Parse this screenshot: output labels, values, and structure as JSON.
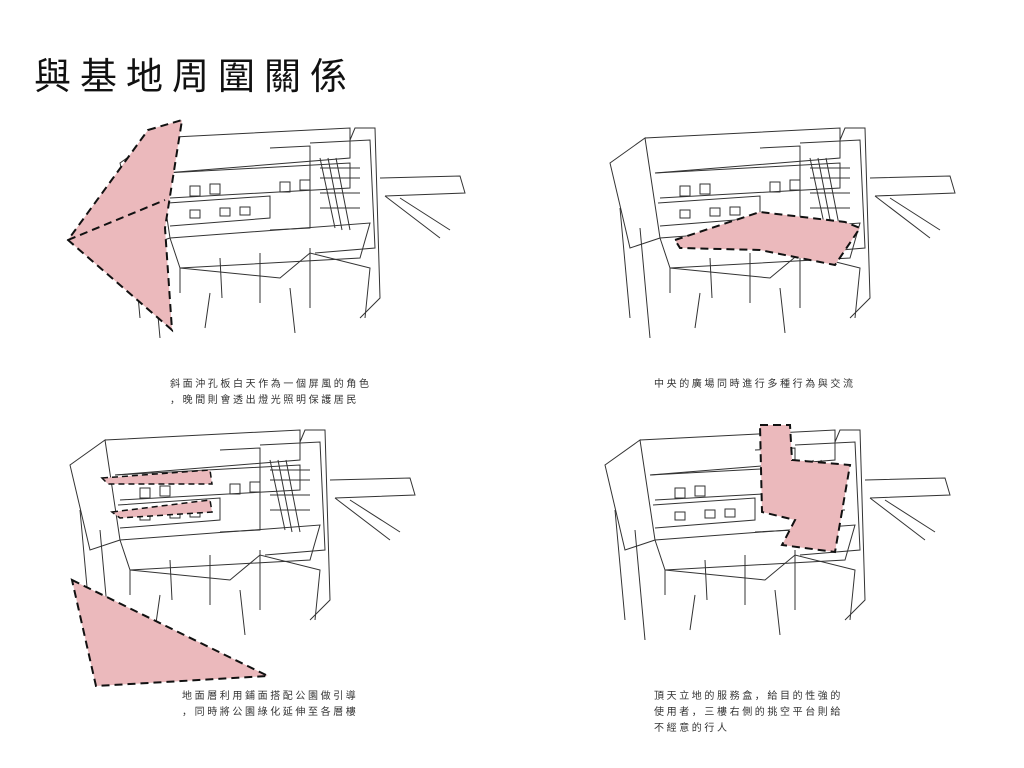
{
  "title": "與基地周圍關係",
  "colors": {
    "highlight": "#ebb9bc",
    "line": "#222222"
  },
  "panels": [
    {
      "caption": [
        "斜面沖孔板白天作為一個屏風的角色",
        "，晚間則會透出燈光照明保護居民"
      ]
    },
    {
      "caption": [
        "中央的廣場同時進行多種行為與交流"
      ]
    },
    {
      "caption": [
        "地面層利用鋪面搭配公園做引導",
        "，同時將公園綠化延伸至各層樓"
      ]
    },
    {
      "caption": [
        "頂天立地的服務盒，給目的性強的",
        "使用者，三樓右側的挑空平台則給",
        "不經意的行人"
      ]
    }
  ]
}
